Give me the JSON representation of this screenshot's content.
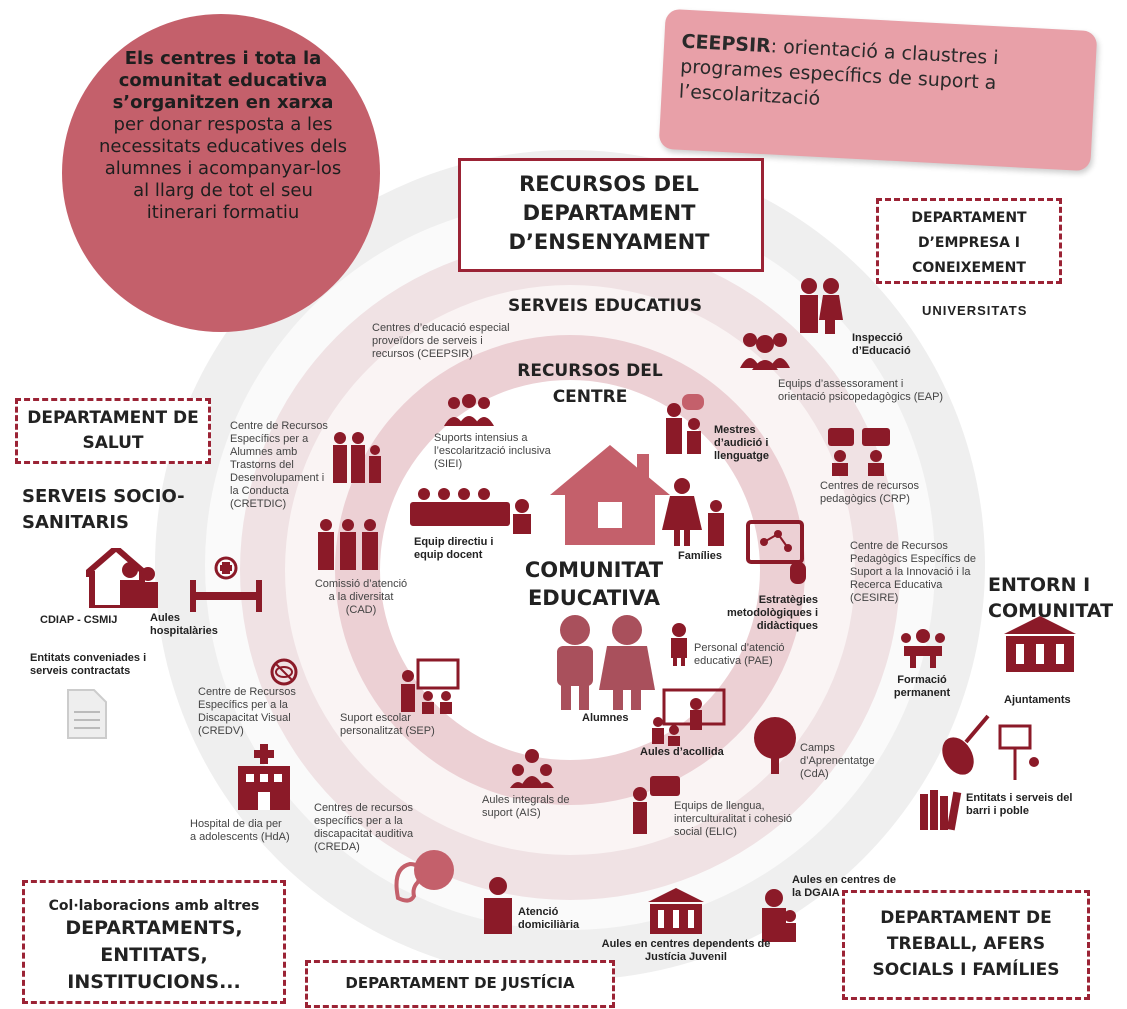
{
  "intro_bubble": {
    "text_bold": "Els centres i tota la comunitat educativa s’organitzen en xarxa",
    "text_normal": "per donar resposta a les necessitats educatives dels alumnes i acompanyar-los al llarg de tot el seu itinerari formatiu"
  },
  "ceepsir_note": {
    "bold": "CEEPSIR",
    "text": ": orientació a claustres i programes específics de suport a l’escolarització"
  },
  "rings": {
    "outer_title": "RECURSOS DEL DEPARTAMENT D’ENSENYAMENT",
    "middle_title": "SERVEIS EDUCATIUS",
    "inner_title": "RECURSOS DEL CENTRE",
    "center_title": "COMUNITAT EDUCATIVA"
  },
  "boxes": {
    "empresa": "DEPARTAMENT D’EMPRESA I CONEIXEMENT",
    "salut": "DEPARTAMENT DE SALUT",
    "justicia": "DEPARTAMENT DE JUSTÍCIA",
    "treball": "DEPARTAMENT DE TREBALL, AFERS SOCIALS I FAMÍLIES",
    "collab_line1": "Col·laboracions amb altres",
    "collab_line2": "DEPARTAMENTS, ENTITATS, INSTITUCIONS..."
  },
  "headings": {
    "universitats": "UNIVERSITATS",
    "socio": "SERVEIS SOCIO-SANITARIS",
    "entorn": "ENTORN I COMUNITAT"
  },
  "labels": {
    "ceepsir": "Centres d’educació especial proveïdors de serveis i recursos (CEEPSIR)",
    "inspeccio": "Inspecció d’Educació",
    "eap": "Equips d’assessorament i orientació psicopedagògics (EAP)",
    "crp": "Centres de recursos pedagògics (CRP)",
    "cesire": "Centre de Recursos Pedagògics Específics de Suport a la Innovació i la Recerca Educativa (CESIRE)",
    "formacio": "Formació permanent",
    "cretdic": "Centre de Recursos Específics per a Alumnes amb Trastorns del Desenvolupament i la Conducta (CRETDIC)",
    "siei": "Suports intensius a l’escolarització inclusiva (SIEI)",
    "mestres": "Mestres d’audició i llenguatge",
    "equip": "Equip directiu i equip docent",
    "families": "Famílies",
    "cad": "Comissió d’atenció a la diversitat (CAD)",
    "estrategies": "Estratègies metodològiques i didàctiques",
    "alumnes": "Alumnes",
    "pae": "Personal d’atenció educativa (PAE)",
    "credv": "Centre de Recursos Específics per a la Discapacitat Visual (CREDV)",
    "sep": "Suport escolar personalitzat (SEP)",
    "acollida": "Aules d’acollida",
    "cda": "Camps d’Aprenentatge (CdA)",
    "ais": "Aules integrals de suport (AIS)",
    "elic": "Equips de llengua, interculturalitat i cohesió social (ELIC)",
    "hda": "Hospital de dia per a adolescents (HdA)",
    "creda": "Centres de recursos específics per a la discapacitat auditiva (CREDA)",
    "domiciliaria": "Atenció domiciliària",
    "justicia_juvenil": "Aules en centres dependents de Justícia Juvenil",
    "dgaia": "Aules en centres de la DGAIA",
    "cdiap": "CDIAP - CSMIJ",
    "hospitalaries": "Aules hospitalàries",
    "entitats_conv": "Entitats conveniades i serveis contractats",
    "ajuntaments": "Ajuntaments",
    "entitats_barri": "Entitats i serveis del barri i poble"
  },
  "colors": {
    "accent": "#8b1a28",
    "bubble": "#c4606b",
    "note": "#e8a0a8",
    "ring_outer": "#ececec",
    "ring_mid": "#f3e9ea",
    "ring_inner": "#eccbcf"
  }
}
